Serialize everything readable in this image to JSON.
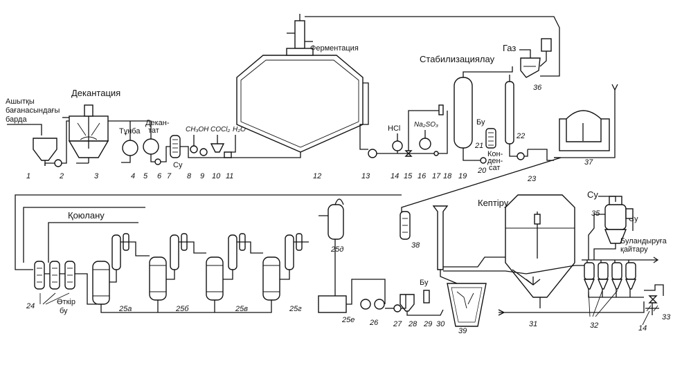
{
  "labels": {
    "input_line1": "Ашытқы",
    "input_line2": "бағанасындағы",
    "input_line3": "барда",
    "decantation": "Декантация",
    "tundyr": "Тұнба",
    "decantat_1": "Декан-",
    "decantat_2": "тат",
    "su_left": "Су",
    "fermentation": "Ферментация",
    "stabilization": "Стабилизациялау",
    "gas": "Газ",
    "bu_top": "Бу",
    "kondensat_1": "Кон-",
    "kondensat_2": "ден-",
    "kondensat_3": "сат",
    "hcl": "HCl",
    "na2so3": "Na₂SO₃",
    "ch3oh": "CH₃OH",
    "cocl2": "COCl₂",
    "h2o": "H₂O",
    "thickening": "Қоюлану",
    "otkir_1": "Өткір",
    "otkir_2": "бу",
    "drying": "Кептіру",
    "bu_bottom": "Бу",
    "su_right_1": "Су",
    "su_right_2": "Су",
    "return_1": "Буландыруға",
    "return_2": "қайтару"
  },
  "numbers": {
    "n1": "1",
    "n2": "2",
    "n3": "3",
    "n4": "4",
    "n5": "5",
    "n6": "6",
    "n7": "7",
    "n8": "8",
    "n9": "9",
    "n10": "10",
    "n11": "11",
    "n12": "12",
    "n13": "13",
    "n14": "14",
    "n15": "15",
    "n16": "16",
    "n17": "17",
    "n18": "18",
    "n19": "19",
    "n20": "20",
    "n21": "21",
    "n22": "22",
    "n23": "23",
    "n24": "24",
    "n25a": "25а",
    "n25b": "25б",
    "n25v": "25в",
    "n25g": "25г",
    "n25d": "25д",
    "n25e": "25е",
    "n26": "26",
    "n27": "27",
    "n28": "28",
    "n29": "29",
    "n30": "30",
    "n31": "31",
    "n32": "32",
    "n33": "33",
    "n14b": "14",
    "n35": "35",
    "n36": "36",
    "n37": "37",
    "n38": "38",
    "n39": "39"
  }
}
